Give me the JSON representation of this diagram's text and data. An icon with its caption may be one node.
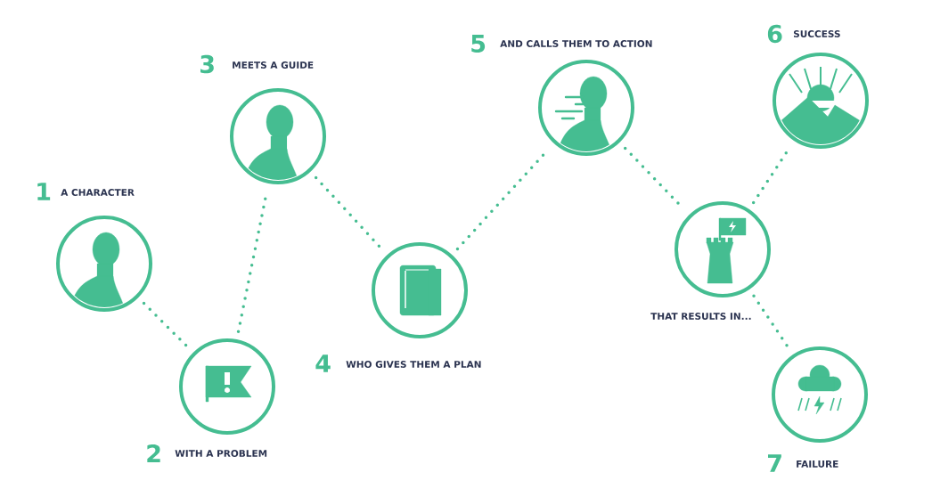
{
  "diagram": {
    "nodes": [
      {
        "text": [
          "1",
          "A CHARACTER"
        ]
      },
      {
        "text": [
          "2",
          "WITH A PROBLEM"
        ]
      },
      {
        "text": [
          "3",
          "MEETS A GUIDE"
        ]
      },
      {
        "text": [
          "4",
          "WHO GIVES THEM A PLAN"
        ]
      },
      {
        "text": [
          "5",
          "AND CALLS THEM TO ACTION"
        ]
      },
      {
        "text": [
          "THAT RESULTS IN..."
        ]
      },
      {
        "text": [
          "6",
          "SUCCESS"
        ]
      },
      {
        "text": [
          "7",
          "FAILURE"
        ]
      }
    ],
    "edges": [
      {
        "from": 0,
        "to": 1,
        "arrow": "none"
      },
      {
        "from": 1,
        "to": 2,
        "arrow": "none"
      },
      {
        "from": 2,
        "to": 3,
        "arrow": "none"
      },
      {
        "from": 3,
        "to": 4,
        "arrow": "none"
      },
      {
        "from": 4,
        "to": 5,
        "arrow": "none"
      },
      {
        "from": 5,
        "to": 6,
        "arrow": "none"
      },
      {
        "from": 5,
        "to": 7,
        "arrow": "none"
      }
    ]
  }
}
